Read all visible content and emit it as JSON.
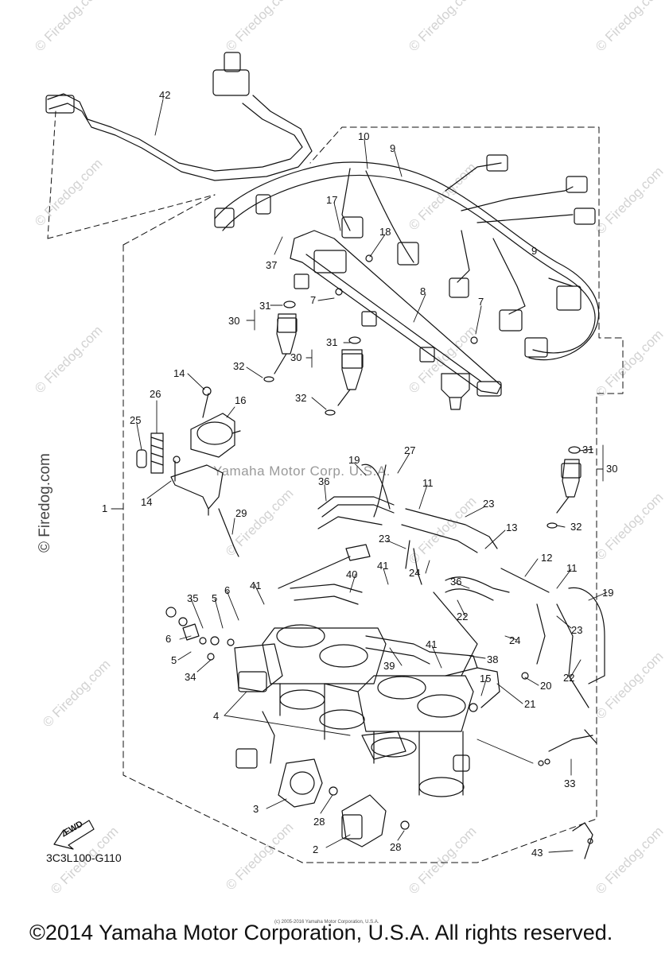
{
  "diagram": {
    "code": "3C3L100-G110",
    "center_watermark": "Yamaha Motor Corp. U.S.A.",
    "watermark": "© Firedog.com",
    "fine_print": "(c) 2005-2016 Yamaha Motor Corporation, U.S.A.",
    "copyright": "©2014 Yamaha Motor Corporation, U.S.A. All rights reserved.",
    "fwd_label": "FWD",
    "side_ref": "1",
    "part_numbers": [
      "1",
      "2",
      "3",
      "4",
      "5",
      "6",
      "7",
      "8",
      "9",
      "10",
      "11",
      "12",
      "13",
      "14",
      "15",
      "16",
      "17",
      "18",
      "19",
      "20",
      "21",
      "22",
      "23",
      "24",
      "25",
      "26",
      "27",
      "28",
      "29",
      "30",
      "31",
      "32",
      "33",
      "34",
      "35",
      "36",
      "37",
      "38",
      "39",
      "40",
      "41",
      "42",
      "43"
    ],
    "callouts": {
      "p42": "42",
      "p10": "10",
      "p9a": "9",
      "p9b": "9",
      "p17": "17",
      "p18": "18",
      "p37": "37",
      "p8": "8",
      "p7a": "7",
      "p7b": "7",
      "p31a": "31",
      "p30a": "30",
      "p31b": "31",
      "p30b": "30",
      "p32a": "32",
      "p32b": "32",
      "p14a": "14",
      "p26": "26",
      "p16": "16",
      "p25": "25",
      "p14b": "14",
      "p19a": "19",
      "p27": "27",
      "p36a": "36",
      "p11a": "11",
      "p23a": "23",
      "p13": "13",
      "p29": "29",
      "p23b": "23",
      "p41a": "41",
      "p24a": "24",
      "p36b": "36",
      "p12": "12",
      "p11b": "11",
      "p40": "40",
      "p41b": "41",
      "p22a": "22",
      "p19b": "19",
      "p35": "35",
      "p5a": "5",
      "p6a": "6",
      "p6b": "6",
      "p5b": "5",
      "p34": "34",
      "p24b": "24",
      "p23c": "23",
      "p41c": "41",
      "p38": "38",
      "p39": "39",
      "p15": "15",
      "p20": "20",
      "p21": "21",
      "p22b": "22",
      "p4": "4",
      "p33": "33",
      "p3": "3",
      "p28a": "28",
      "p28b": "28",
      "p2": "2",
      "p43": "43",
      "p31c": "31",
      "p30c": "30",
      "p32c": "32"
    }
  }
}
